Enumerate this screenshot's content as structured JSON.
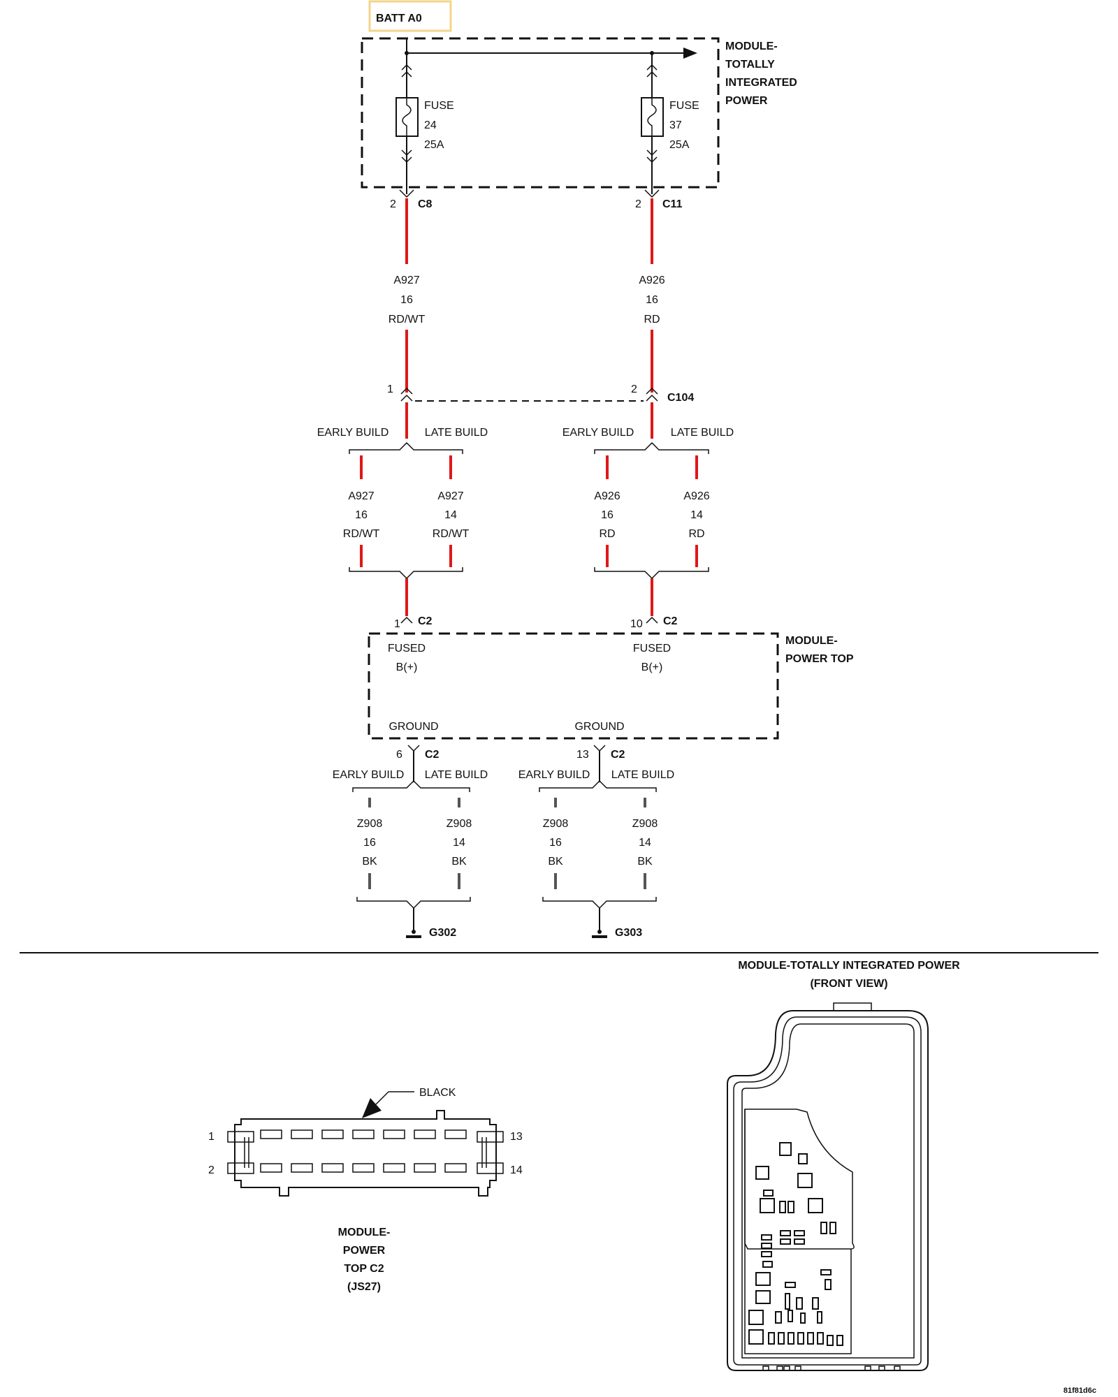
{
  "batt": "BATT A0",
  "tipm": {
    "name_lines": [
      "MODULE-",
      "TOTALLY",
      "INTEGRATED",
      "POWER"
    ],
    "fuse_left": {
      "label": "FUSE",
      "number": "24",
      "rating": "25A"
    },
    "fuse_right": {
      "label": "FUSE",
      "number": "37",
      "rating": "25A"
    },
    "conn_left": {
      "pin": "2",
      "name": "C8"
    },
    "conn_right": {
      "pin": "2",
      "name": "C11"
    }
  },
  "wires_upper": {
    "left": {
      "circuit": "A927",
      "gauge": "16",
      "color": "RD/WT"
    },
    "right": {
      "circuit": "A926",
      "gauge": "16",
      "color": "RD"
    }
  },
  "c104": {
    "pin_left": "1",
    "pin_right": "2",
    "name": "C104"
  },
  "builds": {
    "early": "EARLY BUILD",
    "late": "LATE BUILD"
  },
  "wires_mid": [
    {
      "circuit": "A927",
      "gauge": "16",
      "color": "RD/WT"
    },
    {
      "circuit": "A927",
      "gauge": "14",
      "color": "RD/WT"
    },
    {
      "circuit": "A926",
      "gauge": "16",
      "color": "RD"
    },
    {
      "circuit": "A926",
      "gauge": "14",
      "color": "RD"
    }
  ],
  "power_top": {
    "name_lines": [
      "MODULE-",
      "POWER TOP"
    ],
    "pin_left": "1",
    "pin_right": "10",
    "conn": "C2",
    "fused_label": "FUSED",
    "bplus_label": "B(+)",
    "ground_label": "GROUND",
    "gnd_pin_left": "6",
    "gnd_pin_right": "13"
  },
  "wires_ground": [
    {
      "circuit": "Z908",
      "gauge": "16",
      "color": "BK"
    },
    {
      "circuit": "Z908",
      "gauge": "14",
      "color": "BK"
    },
    {
      "circuit": "Z908",
      "gauge": "16",
      "color": "BK"
    },
    {
      "circuit": "Z908",
      "gauge": "14",
      "color": "BK"
    }
  ],
  "grounds": [
    "G302",
    "G303"
  ],
  "connector_view": {
    "color_label": "BLACK",
    "pins": {
      "top_left": "1",
      "bottom_left": "2",
      "top_right": "13",
      "bottom_right": "14"
    },
    "title_lines": [
      "MODULE-",
      "POWER",
      "TOP C2",
      "(JS27)"
    ]
  },
  "tipm_view": {
    "title_lines": [
      "MODULE-TOTALLY INTEGRATED POWER",
      "(FRONT VIEW)"
    ]
  },
  "doc_id": "81f81d6c",
  "colors": {
    "wire_power": "#e01818",
    "wire_ground": "#555555",
    "batt_box": "#f3d58a"
  }
}
